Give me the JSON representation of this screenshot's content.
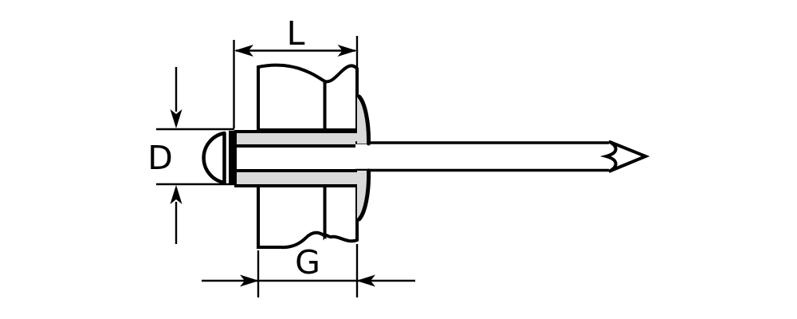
{
  "diagram": {
    "type": "technical-drawing",
    "subject": "blind-rivet-cross-section",
    "dimensions": {
      "length": {
        "label": "L"
      },
      "diameter": {
        "label": "D"
      },
      "grip": {
        "label": "G"
      }
    },
    "colors": {
      "line": "#000000",
      "plate_fill": "#9a9a9a",
      "rivet_body_fill": "#d9d9d9",
      "mandrel_fill": "#ffffff",
      "background": "#ffffff"
    }
  }
}
